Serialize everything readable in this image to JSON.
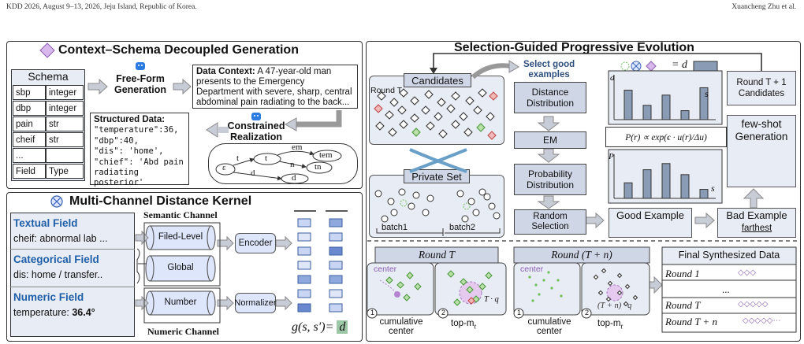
{
  "header": {
    "left": "KDD 2026, August 9–13, 2026, Jeju Island, Republic of Korea.",
    "right": "Xuancheng Zhu et al."
  },
  "panel1": {
    "title": "Context–Schema Decoupled Generation",
    "schema_title": "Schema",
    "schema_rows": [
      [
        "sbp",
        "integer"
      ],
      [
        "dbp",
        "integer"
      ],
      [
        "pain",
        "str"
      ],
      [
        "cheif",
        "str"
      ],
      [
        "...",
        ""
      ],
      [
        "Field",
        "Type"
      ]
    ],
    "free_form": "Free-Form\nGeneration",
    "data_context_label": "Data Context:",
    "data_context_text": " A 47-year-old man presents to the Emergency Department with severe, sharp, central abdominal pain radiating to the back...",
    "structured_label": "Structured Data:",
    "structured_lines": [
      "\"temperature\":36,",
      "\"dbp\":40,",
      "\"dis\": 'home',",
      "\"chief\": 'Abd pain",
      "radiating posterior'"
    ],
    "constrained": "Constrained\nRealization",
    "graph": {
      "em": "em",
      "t": "t",
      "tem": "tem",
      "eps": "ε",
      "n": "n",
      "tn": "tn",
      "d": "d"
    }
  },
  "panel2": {
    "title": "Multi-Channel Distance Kernel",
    "textual_label": "Textual Field",
    "textual_value": "cheif: abnormal lab ...",
    "categorical_label": "Categorical Field",
    "categorical_value": "dis: home / transfer..",
    "numeric_label": "Numeric Field",
    "numeric_value_prefix": "temperature: ",
    "numeric_value": "36.4°",
    "semantic_channel": "Semantic Channel",
    "numeric_channel": "Numeric Channel",
    "field_level": "Filed-Level",
    "global": "Global",
    "number": "Number",
    "encoder": "Encoder",
    "normalizer": "Normalizer",
    "kernel": "g(s, s′)= ",
    "kernel_d": "d"
  },
  "panel3": {
    "title": "Selection-Guided Progressive Evolution",
    "candidates": "Candidates",
    "round_t": "Round T",
    "select_good": "Select good\nexamples",
    "legend_eq": "= d",
    "distance_dist": "Distance\nDistribution",
    "em": "EM",
    "prob_dist": "Probability\nDistribution",
    "random_sel": "Random\nSelection",
    "private_set": "Private Set",
    "batch1": "batch1",
    "batch2": "batch2",
    "formula": "P(r) ∝ exp(ϵ · u(r)/Δu)",
    "d_axis": "d",
    "p_axis": "P",
    "s_axis": "s",
    "dist_bars": [
      0.72,
      0.35,
      0.6,
      0.22,
      0.78
    ],
    "prob_bars": [
      0.38,
      0.7,
      0.85,
      0.58,
      0.22
    ],
    "next_round": "Round T + 1\nCandidates",
    "few_shot": "few-shot\nGeneration",
    "good_example": "Good Example",
    "bad_example": "Bad Example",
    "farthest": "farthest",
    "round_T": "Round T",
    "round_Tn": "Round (T + n)",
    "center": "center",
    "cumulative": "cumulative\ncenter",
    "topm": "top-m",
    "topm_sub": "t",
    "tq": "T · q",
    "tnq": "(T + n) · q",
    "c1": "1",
    "c2": "2",
    "final_title": "Final Synthesized Data",
    "final_rows": [
      {
        "label": "Round 1",
        "marks": "◇◇◇"
      },
      {
        "label": "...",
        "marks": ""
      },
      {
        "label": "Round T",
        "marks": "◇◇◇◇◇"
      },
      {
        "label": "Round T + n",
        "marks": "◇◇◇◇◇⋯"
      }
    ]
  },
  "colors": {
    "accent_purple": "#c9a3e6",
    "green": "#6cbf5a",
    "red": "#e07474",
    "blue_text": "#1f5fa8",
    "panel_fill": "#e8ecf4"
  }
}
